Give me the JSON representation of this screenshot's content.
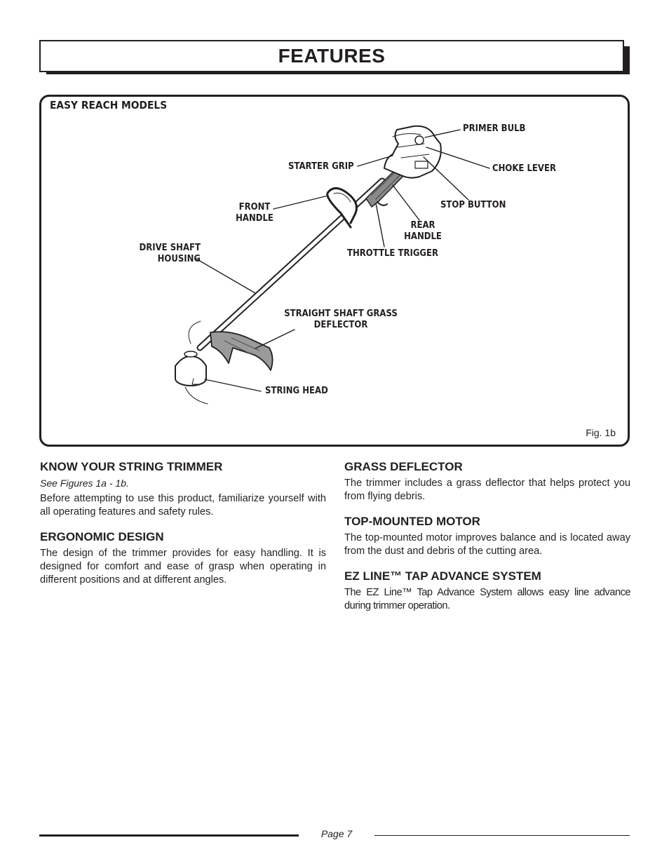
{
  "page_title": "FEATURES",
  "figure": {
    "heading": "EASY REACH MODELS",
    "caption": "Fig. 1b",
    "labels": {
      "primer_bulb": "PRIMER BULB",
      "starter_grip": "STARTER GRIP",
      "choke_lever": "CHOKE LEVER",
      "front_handle_1": "FRONT",
      "front_handle_2": "HANDLE",
      "stop_button": "STOP BUTTON",
      "rear_handle_1": "REAR",
      "rear_handle_2": "HANDLE",
      "drive_shaft_1": "DRIVE SHAFT",
      "drive_shaft_2": "HOUSING",
      "throttle_trigger": "THROTTLE TRIGGER",
      "grass_deflector_1": "STRAIGHT SHAFT GRASS",
      "grass_deflector_2": "DEFLECTOR",
      "string_head": "STRING HEAD"
    }
  },
  "left_column": [
    {
      "title": "KNOW YOUR STRING TRIMMER",
      "subtitle": "See Figures 1a - 1b.",
      "body": "Before attempting to use this product, familiarize yourself with all operating features and safety rules."
    },
    {
      "title": "ERGONOMIC DESIGN",
      "body": "The design of the trimmer provides for easy handling. It is designed for comfort and ease of grasp when operating in different positions and at different angles."
    }
  ],
  "right_column": [
    {
      "title": "GRASS DEFLECTOR",
      "body": "The trimmer includes a grass deflector that helps protect you from flying debris."
    },
    {
      "title": "TOP-MOUNTED MOTOR",
      "body": "The top-mounted motor improves balance and is located away from the dust and debris of the cutting area."
    },
    {
      "title": "EZ LINE™ TAP ADVANCE SYSTEM",
      "body": "The EZ Line™ Tap Advance System allows easy line advance during trimmer operation."
    }
  ],
  "footer": {
    "page_label": "Page 7"
  }
}
